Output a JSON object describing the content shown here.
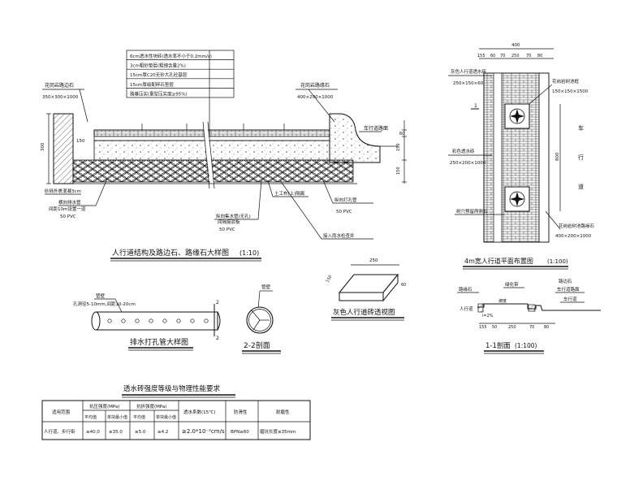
{
  "section_detail": {
    "layer_labels": [
      "6cm透水性块砖(透水率不小于0.2mm/s)",
      "3cm粗砂垫层(粗细含量2%)",
      "15cm厚C20无砂大孔砼基层",
      "15cm厚级配碎石垫层",
      "路基压实(重型压实度≥95%)"
    ],
    "curb_label": "花岗岩路边石",
    "curb_size": "350×300×1000",
    "kerb_label": "花岗岩路缘石",
    "kerb_size": "400×200×1000",
    "road_label": "车行道路面",
    "wrap_label": "砂砾外裹混凝3cm",
    "drain_pipe_label": "横向排水管",
    "drain_pipe_note": "间距10m设置一道",
    "drain_pipe_spec": "50 PVC",
    "collector_label": "纵向集水管(无孔)",
    "collector_note": "间隔接驳板",
    "collector_spec": "50 PVC",
    "perforated_label": "纵向打孔管",
    "perforated_spec": "50 PVC",
    "tail_label": "接入雨水检查井",
    "fabric_label": "土工布(上)隔离",
    "dim_300": "300",
    "dim_150": "150",
    "dim_60": "60",
    "dim_150b": "150",
    "dim_150c": "150",
    "title": "人行道结构及路边石、路缘石大样图",
    "scale": "(1:10)"
  },
  "plan_view": {
    "dim_top": "400",
    "dims": [
      "155",
      "60",
      "70",
      "250",
      "70",
      "80"
    ],
    "label_1": "灰色人行道透水砖",
    "label_1_size": "250×150×60",
    "label_2": "花岗岩树池框",
    "label_2_size": "150×150×1500",
    "label_3": "彩色透水砖",
    "label_3_size": "250×200×1000",
    "label_4": "树穴预留两侧石",
    "label_5": "花岗岩树池路缘石",
    "label_5_size": "400×200×1000",
    "side_dim": "800",
    "side_text_1": "车",
    "side_text_2": "行",
    "side_text_3": "道",
    "marker": "1",
    "title": "4m宽人行道平面布置图",
    "scale": "(1:100)"
  },
  "brick_view": {
    "dim_250": "250",
    "dim_150": "150",
    "dim_60": "60",
    "title": "灰色人行道砖透视图"
  },
  "pipe_view": {
    "label_1": "管壁",
    "label_2": "孔洞径5-10mm,间距10-20cm",
    "title": "排水打孔管大样图",
    "marker": "2"
  },
  "cross_22": {
    "label": "管壁",
    "title": "2-2剖面"
  },
  "section_11": {
    "label_1": "路缘石",
    "label_2": "绿化带",
    "label_3": "路边石",
    "label_4": "车行道路面",
    "label_5": "人行道",
    "label_6": "车行道",
    "label_7": "坡度",
    "label_8": "i=2%",
    "dims": [
      "155",
      "50",
      "250",
      "70",
      "80"
    ],
    "title": "1-1剖面",
    "scale": "(1:100)"
  },
  "table": {
    "title": "透水砖强度等级与物理性能要求",
    "headers": {
      "usage": "适用范围",
      "comp": "抗压强度(MPa)",
      "flex": "抗折强度(MPa)",
      "perm": "透水系数(15℃)",
      "frost": "防滑性",
      "wear": "耐磨性",
      "avg": "平均值",
      "min": "单块最小值"
    },
    "row": {
      "usage": "人行道、步行街",
      "comp_avg": "≥40.0",
      "comp_min": "≥35.0",
      "flex_avg": "≥5.0",
      "flex_min": "≥4.2",
      "perm": "≥2.0*10⁻²cm/s",
      "frost": "BPN≥60",
      "wear": "磨坑长度≤35mm"
    }
  }
}
